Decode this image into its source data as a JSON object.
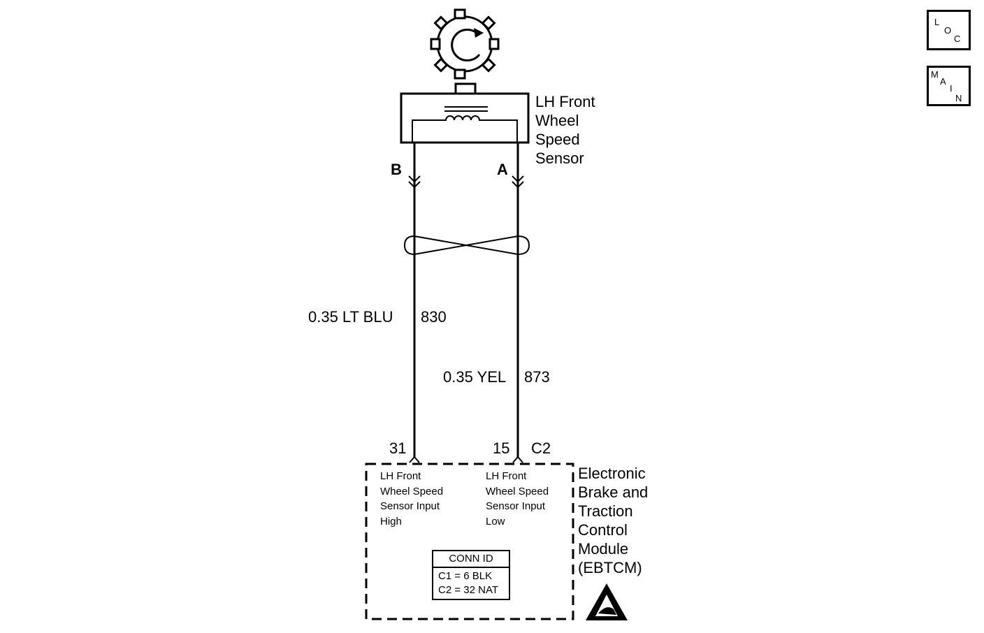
{
  "sensor": {
    "label": "LH Front\nWheel\nSpeed\nSensor",
    "pin_b": "B",
    "pin_a": "A"
  },
  "wires": [
    {
      "gauge_color": "0.35 LT BLU",
      "circuit": "830"
    },
    {
      "gauge_color": "0.35 YEL",
      "circuit": "873"
    }
  ],
  "module": {
    "label": "Electronic\nBrake and\nTraction\nControl\nModule\n(EBTCM)",
    "pin_31": "31",
    "pin_15": "15",
    "connector": "C2",
    "input_high": "LH Front\nWheel Speed\nSensor Input\nHigh",
    "input_low": "LH Front\nWheel Speed\nSensor Input\nLow"
  },
  "conn_id": {
    "title": "CONN ID",
    "c1": "C1 = 6 BLK",
    "c2": "C2 = 32 NAT"
  },
  "nav": {
    "loc": {
      "l1": "L",
      "l2": "O",
      "l3": "C"
    },
    "main": {
      "l1": "M",
      "l2": "A",
      "l3": "I",
      "l4": "N"
    }
  },
  "icons": [
    "tone-wheel-icon",
    "esd-warning-icon"
  ]
}
